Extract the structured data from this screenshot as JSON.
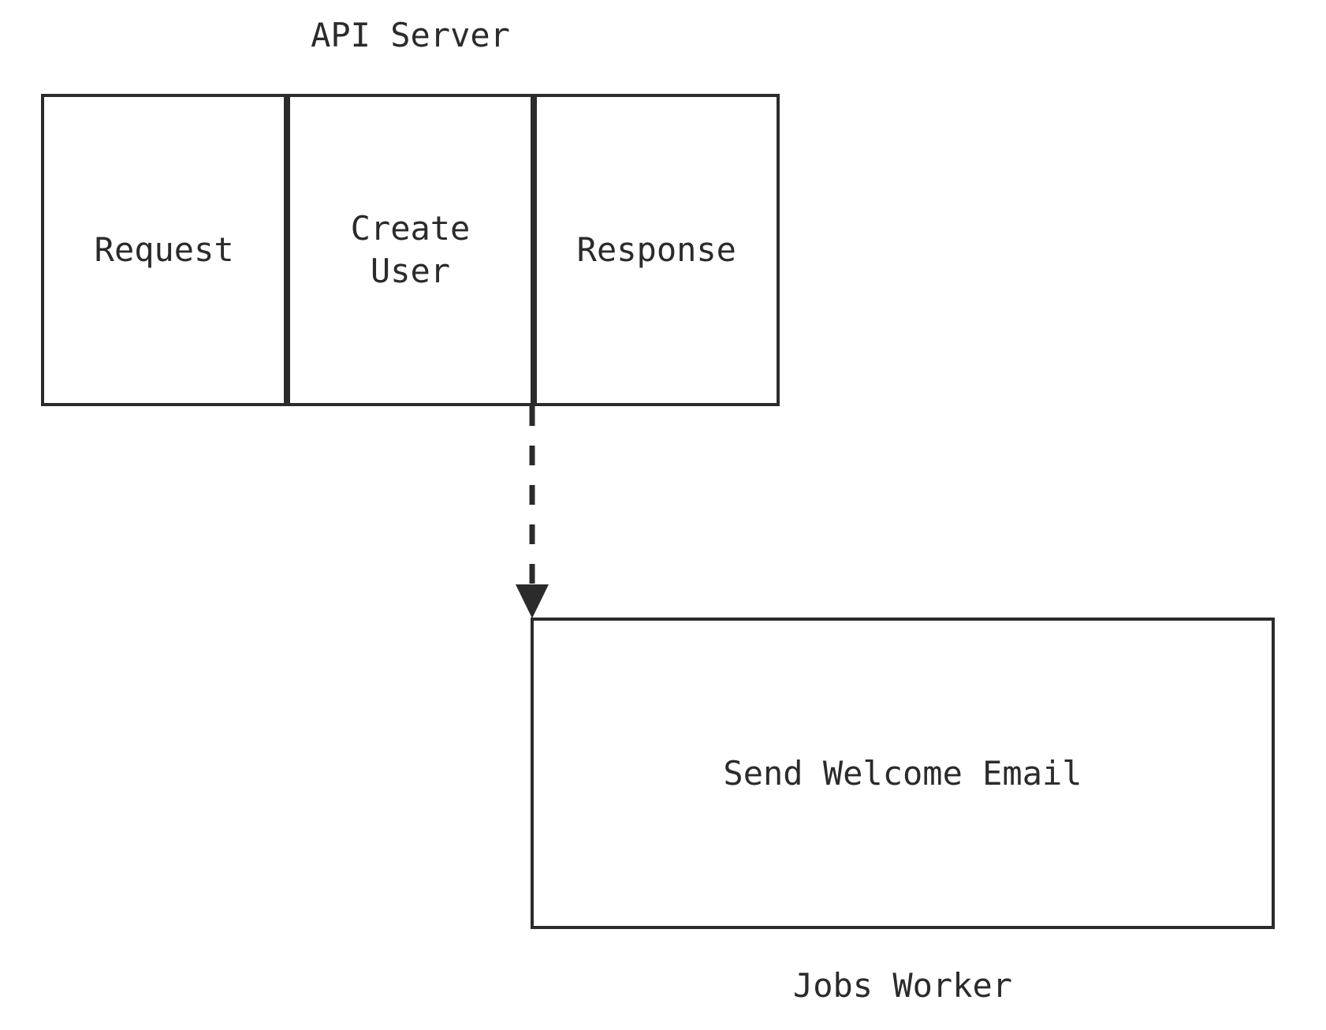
{
  "diagram": {
    "groups": [
      {
        "id": "api-server",
        "label": "API Server",
        "label_position": "top",
        "nodes": [
          "Request",
          "Create User",
          "Response"
        ]
      },
      {
        "id": "jobs-worker",
        "label": "Jobs Worker",
        "label_position": "bottom",
        "nodes": [
          "Send Welcome Email"
        ]
      }
    ],
    "edges": [
      {
        "from": "Create User",
        "to": "Send Welcome Email",
        "line_style": "dashed",
        "arrowhead": "filled-triangle-down"
      }
    ],
    "colors": {
      "stroke": "#2b2b2b",
      "text": "#2b2b2b",
      "background": "#ffffff"
    }
  }
}
